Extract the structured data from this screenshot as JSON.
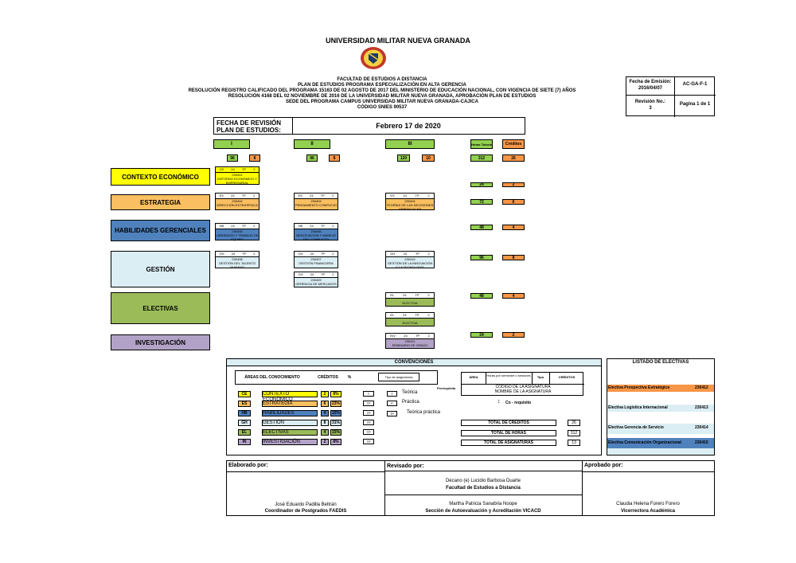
{
  "colors": {
    "green": "#9bbb59",
    "orange": "#f79646",
    "yellow": "#ffff00",
    "lightorange": "#fabf60",
    "blue": "#4f81bd",
    "lightblue": "#dbeef4",
    "lightgreen": "#9bbb59",
    "purple": "#b3a2c7",
    "cardgreen": "#92d050"
  },
  "header": {
    "university": "UNIVERSIDAD MILITAR NUEVA GRANADA",
    "lines": [
      "FACULTAD DE ESTUDIOS A DISTANCIA",
      "PLAN DE ESTUDIOS PROGRAMA ESPECIALIZACIÓN EN ALTA GERENCIA",
      "RESOLUCIÓN REGISTRO CALIFICADO DEL PROGRAMA 15163 DE 02 AGOSTO DE 2017 DEL MINISTERIO DE EDUCACIÓN NACIONAL, CON VIGENCIA DE SIETE (7) AÑOS",
      "RESOLUCIÓN 4168 DEL 02 NOVIEMBRE DE 2016 DE LA UNIVERSIDAD MILITAR NUEVA GRANADA, APROBACIÓN PLAN DE ESTUDIOS",
      "SEDE DEL PROGRAMA CAMPUS UNIVERSIDAD MILITAR NUEVA GRANADA-CAJICA",
      "CÓDIGO SNIES 90537"
    ],
    "emision_label": "Fecha de Emisión:",
    "emision_date": "2016/04/07",
    "doc_code": "AC-GA-F-1",
    "revision_label": "Revisión No.:",
    "revision_num": "3",
    "page": "Pagina 1 de 1"
  },
  "revision": {
    "label1": "FECHA DE REVISIÓN",
    "label2": "PLAN DE ESTUDIOS:",
    "date": "Febrero 17 de 2020"
  },
  "semesters": [
    {
      "label": "I",
      "hours": "96",
      "credits": "8"
    },
    {
      "label": "II",
      "hours": "96",
      "credits": "8"
    },
    {
      "label": "III",
      "hours": "120",
      "credits": "10"
    }
  ],
  "totals_header": {
    "hours_label": "Horas Tutoría",
    "credits_label": "Créditos",
    "hours": "312",
    "credits": "26"
  },
  "areas": [
    {
      "label": "CONTEXTO ECONÓMICO",
      "hours": "24",
      "credits": "2"
    },
    {
      "label": "ESTRATEGIA",
      "hours": "72",
      "credits": "6"
    },
    {
      "label": "HABILIDADES GERENCIALES",
      "hours": "48",
      "credits": "4"
    },
    {
      "label": "GESTIÓN",
      "hours": "96",
      "credits": "8"
    },
    {
      "label": "ELECTIVAS",
      "hours": "48",
      "credits": "4"
    },
    {
      "label": "INVESTIGACIÓN",
      "hours": "24",
      "credits": "2"
    }
  ],
  "cards": {
    "ce1": {
      "a": "CE",
      "h": "24",
      "t": "TP",
      "c": "2",
      "code": "230401",
      "name": "ENTORNO ECONÓMICO Y EMPRESARIAL"
    },
    "es1": {
      "a": "ES",
      "h": "24",
      "t": "TP",
      "c": "2",
      "code": "230402",
      "name": "DIRECCIÓN ESTRATÉGICA"
    },
    "es2": {
      "a": "ES",
      "h": "24",
      "t": "TP",
      "c": "2",
      "code": "230403",
      "name": "PENSAMIENTO COMPLEJO"
    },
    "es3": {
      "a": "ES",
      "h": "24",
      "t": "TP",
      "c": "2",
      "code": "230404",
      "name": "TEORÍAS DE LAS DECISIONES GERENCIALES"
    },
    "hg1": {
      "a": "HB",
      "h": "24",
      "t": "TP",
      "c": "2",
      "code": "230405",
      "name": "LIDERAZGO Y TRABAJO DE EQUIPO"
    },
    "hg2": {
      "a": "HB",
      "h": "24",
      "t": "TP",
      "c": "2",
      "code": "230406",
      "name": "NEGOCIACIÓN Y MANEJO DEL CONFLICTO"
    },
    "gh1": {
      "a": "GH",
      "h": "24",
      "t": "TP",
      "c": "2",
      "code": "230408",
      "name": "GESTIÓN DEL TALENTO HUMANO"
    },
    "gh2": {
      "a": "GH",
      "h": "24",
      "t": "TP",
      "c": "2",
      "code": "230407",
      "name": "GESTIÓN FINANCIERA"
    },
    "gh3": {
      "a": "GH",
      "h": "24",
      "t": "TP",
      "c": "2",
      "code": "230410",
      "name": "GESTIÓN DE LA INNOVACIÓN Y LA TECNOLOGÍA"
    },
    "gh4": {
      "a": "GH",
      "h": "24",
      "t": "TP",
      "c": "2",
      "code": "230409",
      "name": "GERENCIA DE MERCADOS"
    },
    "el1": {
      "a": "EL",
      "h": "24",
      "t": "TP",
      "c": "2",
      "code": "",
      "name": "ELECTIVA"
    },
    "el2": {
      "a": "EL",
      "h": "24",
      "t": "TP",
      "c": "2",
      "code": "",
      "name": "ELECTIVA"
    },
    "in1": {
      "a": "INV",
      "h": "24",
      "t": "TP",
      "c": "2",
      "code": "230411",
      "name": "SEMINARIO DE GRADO"
    }
  },
  "conv": {
    "title": "CONVENCIONES",
    "col_area": "ÁREAS DEL CONOCIMIENTO",
    "col_cred": "CRÉDITOS",
    "col_pct": "%",
    "col_tipo": "Tipo de asignaturas",
    "rows": [
      {
        "code": "CE",
        "name": "CONTEXTO ECONÓMICO",
        "cred": "2",
        "pct": "8%",
        "tipo": "T"
      },
      {
        "code": "ES",
        "name": "ESTRATEGIA",
        "cred": "6",
        "pct": "23%",
        "tipo": "TP"
      },
      {
        "code": "HB",
        "name": "HABILIDADES GERENCIA",
        "cred": "4",
        "pct": "15%",
        "tipo": "TP"
      },
      {
        "code": "GH",
        "name": "GESTIÓN",
        "cred": "8",
        "pct": "31%",
        "tipo": "TP"
      },
      {
        "code": "EL",
        "name": "ELECTIVAS",
        "cred": "4",
        "pct": "15%",
        "tipo": "TP"
      },
      {
        "code": "IN",
        "name": "INVESTIGACIÓN",
        "cred": "2",
        "pct": "8%",
        "tipo": "TP"
      }
    ],
    "types": [
      {
        "code": "T",
        "label": "Teórica"
      },
      {
        "code": "P",
        "label": "Práctica"
      },
      {
        "code": "TP",
        "label": "Teórica práctica"
      }
    ],
    "legend": {
      "area": "ÁREA",
      "hours": "Horas por semestre o sesiones",
      "tipo": "Tipo",
      "cred": "CRÉDITOS",
      "prereq": "Prerequisito",
      "codigo": "CODIGO DE LA ASIGNATURA",
      "nombre": "NOMBRE DE LA ASIGNATURA",
      "coreq": "Co - requisito"
    },
    "totals": [
      {
        "label": "TOTAL DE CRÉDITOS",
        "value": "26"
      },
      {
        "label": "TOTAL DE HORAS",
        "value": "312"
      },
      {
        "label": "TOTAL DE ASIGNATURAS",
        "value": "13"
      }
    ]
  },
  "electivas": {
    "title": "LISTADO DE ELECTIVAS",
    "items": [
      {
        "name": "Electiva Prospectiva Estratégica",
        "code": "230412"
      },
      {
        "name": "Electiva Logística Internacional",
        "code": "230413"
      },
      {
        "name": "Electiva Gerencia de Servicio",
        "code": "230414"
      },
      {
        "name": "Electiva Comunicación Organizacional",
        "code": "230415"
      }
    ]
  },
  "signatures": {
    "elaborado_label": "Elaborado por:",
    "revisado_label": "Revisado por:",
    "aprobado_label": "Aprobado por:",
    "dean_name": "Decano (e) Lucidio Barbosa Duarte",
    "dean_role": "Facultad de Estudios a Distancia",
    "elab_name": "José Eduardo Padilla Beltrán",
    "elab_role": "Coordinador de Postgrados FAEDIS",
    "rev_name": "Martha Patricia Sanabria Noope",
    "rev_role": "Sección de Autoevaluación y Acreditación VICACD",
    "apr_name": "Claudia Helena Forero Forero",
    "apr_role": "Vicerrectora Académica"
  }
}
